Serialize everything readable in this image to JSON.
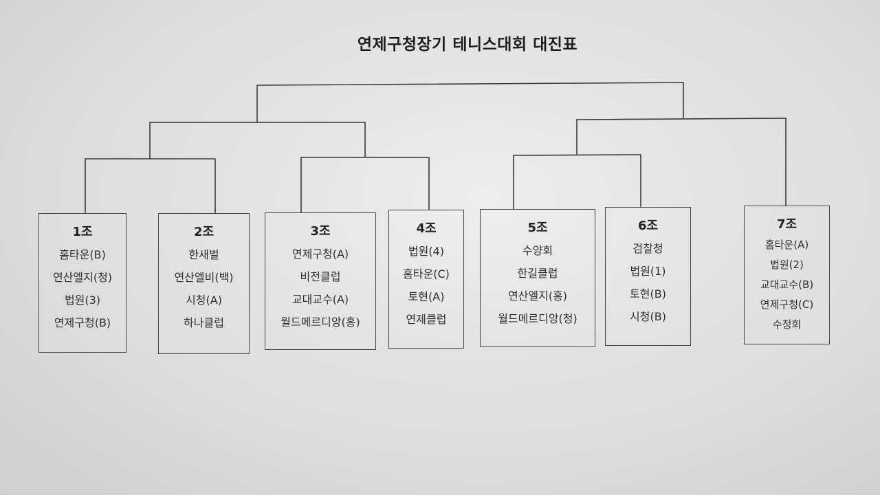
{
  "title": "연제구청장기 테니스대회 대진표",
  "groups": [
    {
      "name": "1조",
      "teams": [
        "홈타운(B)",
        "연산엘지(청)",
        "법원(3)",
        "연제구청(B)"
      ]
    },
    {
      "name": "2조",
      "teams": [
        "한새벌",
        "연산엘비(백)",
        "시청(A)",
        "하나클럽"
      ]
    },
    {
      "name": "3조",
      "teams": [
        "연제구청(A)",
        "비전클럽",
        "교대교수(A)",
        "월드메르디앙(홍)"
      ]
    },
    {
      "name": "4조",
      "teams": [
        "법원(4)",
        "홈타운(C)",
        "토현(A)",
        "연제클럽"
      ]
    },
    {
      "name": "5조",
      "teams": [
        "수양회",
        "한길클럽",
        "연산엘지(홍)",
        "월드메르디앙(청)"
      ]
    },
    {
      "name": "6조",
      "teams": [
        "검찰청",
        "법원(1)",
        "토현(B)",
        "시청(B)"
      ]
    },
    {
      "name": "7조",
      "teams": [
        "홈타운(A)",
        "법원(2)",
        "교대교수(B)",
        "연제구청(C)",
        "수정회"
      ]
    }
  ]
}
